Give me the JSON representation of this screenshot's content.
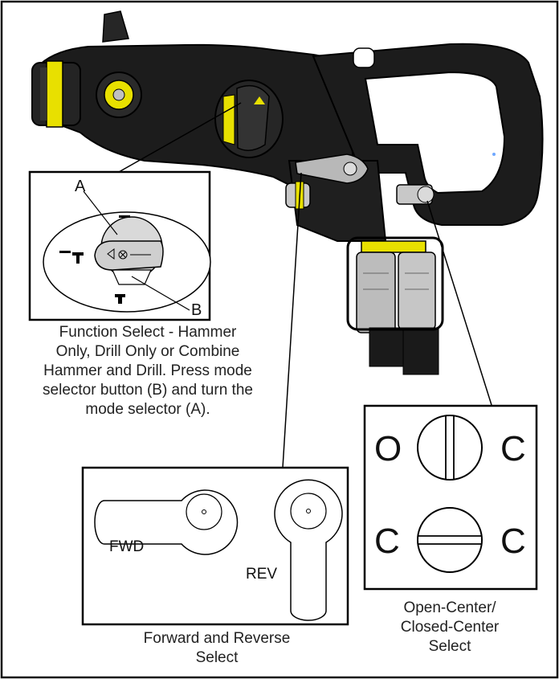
{
  "function_select": {
    "label_a": "A",
    "label_b": "B",
    "caption": "Function Select - Hammer\nOnly, Drill Only  or Combine\nHammer and Drill. Press mode\nselector button (B) and turn the\nmode selector (A)."
  },
  "direction_select": {
    "fwd_label": "FWD",
    "rev_label": "REV",
    "caption": "Forward and Reverse\nSelect"
  },
  "center_select": {
    "open_label": "O",
    "closed_label_1": "C",
    "closed_label_2": "C",
    "closed_label_3": "C",
    "caption": "Open-Center/\nClosed-Center\nSelect"
  },
  "colors": {
    "tool_body": "#1c1c1c",
    "accent_yellow": "#e8e000",
    "metal": "#b8b8b8"
  }
}
